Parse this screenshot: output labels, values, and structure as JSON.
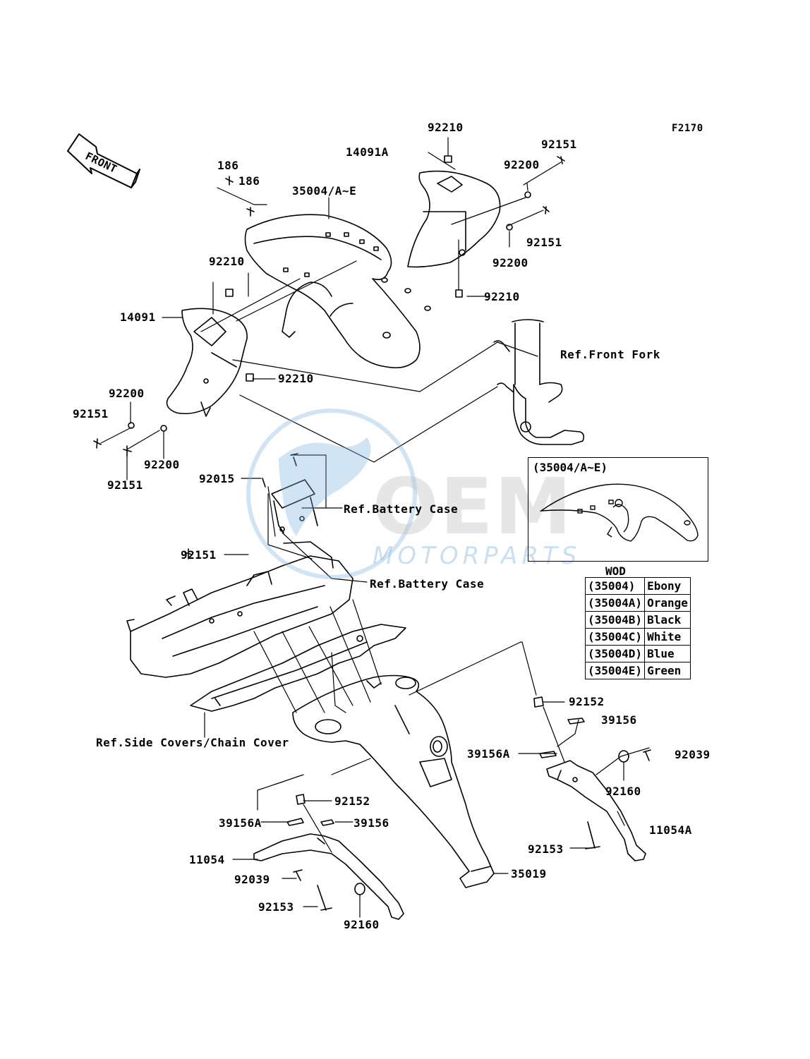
{
  "diagram_code": "F2170",
  "front_arrow_label": "FRONT",
  "watermark": {
    "big": "OEM",
    "sub": "MOTORPARTS"
  },
  "labels": {
    "l92210_top": "92210",
    "l92151_tr": "92151",
    "l14091A": "14091A",
    "l92200_tr": "92200",
    "l186_a": "186",
    "l186_b": "186",
    "l35004": "35004/A~E",
    "l92151_r2": "92151",
    "l92200_r2": "92200",
    "l92210_r": "92210",
    "l92210_l": "92210",
    "l14091": "14091",
    "ref_front_fork": "Ref.Front Fork",
    "l92210_mid": "92210",
    "l92200_l": "92200",
    "l92151_l": "92151",
    "l92200_l2": "92200",
    "l92151_l2": "92151",
    "l92015": "92015",
    "ref_battery_case_1": "Ref.Battery Case",
    "l92151_mid": "92151",
    "ref_battery_case_2": "Ref.Battery Case",
    "ref_side_covers": "Ref.Side Covers/Chain Cover",
    "l92152_r": "92152",
    "l39156_r": "39156",
    "l39156A_r": "39156A",
    "l92039_r": "92039",
    "l92160_r": "92160",
    "l11054A": "11054A",
    "l92153_r": "92153",
    "l92152_l": "92152",
    "l39156A_l": "39156A",
    "l39156_l": "39156",
    "l11054": "11054",
    "l92039_l": "92039",
    "l35019": "35019",
    "l92153_l": "92153",
    "l92160_l": "92160"
  },
  "inset": {
    "title": "(35004/A~E)"
  },
  "wod": {
    "title": "WOD",
    "rows": [
      {
        "code": "(35004)",
        "color": "Ebony"
      },
      {
        "code": "(35004A)",
        "color": "Orange"
      },
      {
        "code": "(35004B)",
        "color": "Black"
      },
      {
        "code": "(35004C)",
        "color": "White"
      },
      {
        "code": "(35004D)",
        "color": "Blue"
      },
      {
        "code": "(35004E)",
        "color": "Green"
      }
    ]
  }
}
